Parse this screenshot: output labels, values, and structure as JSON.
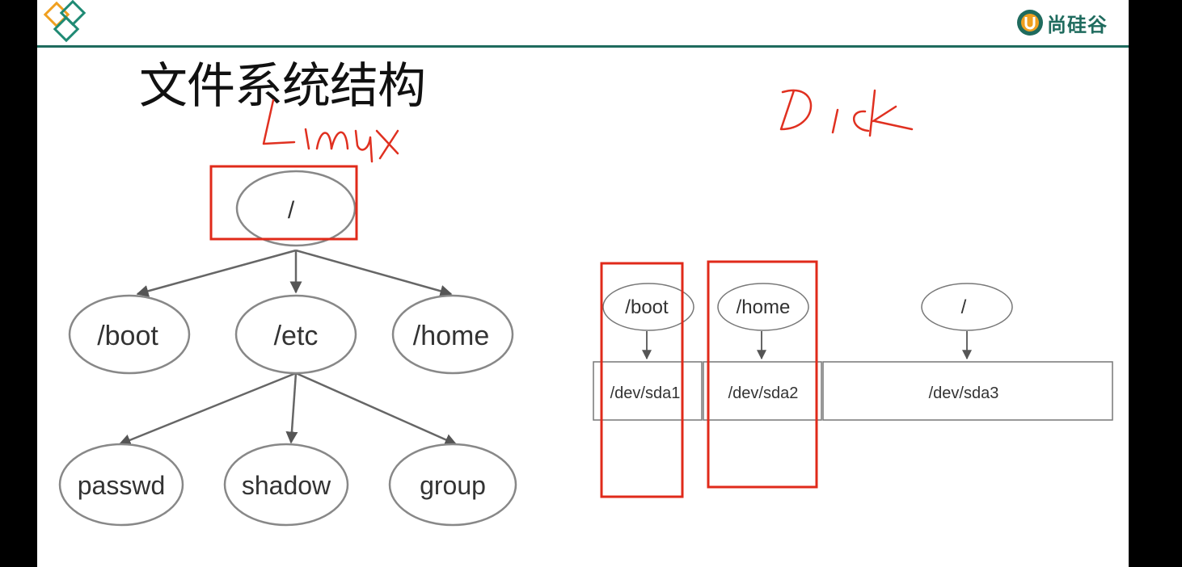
{
  "slide": {
    "title": "文件系统结构",
    "brand": {
      "logo_icon": "u-circle-logo",
      "name": "尚硅谷"
    }
  },
  "tree": {
    "root": "/",
    "level1": [
      "/boot",
      "/etc",
      "/home"
    ],
    "level2": [
      "passwd",
      "shadow",
      "group"
    ]
  },
  "disk": {
    "mounts": [
      "/boot",
      "/home",
      "/"
    ],
    "partitions": [
      "/dev/sda1",
      "/dev/sda2",
      "/dev/sda3"
    ]
  },
  "annotations": {
    "handwriting": [
      "Linux",
      "Disk"
    ],
    "color": "#e02a1a"
  }
}
